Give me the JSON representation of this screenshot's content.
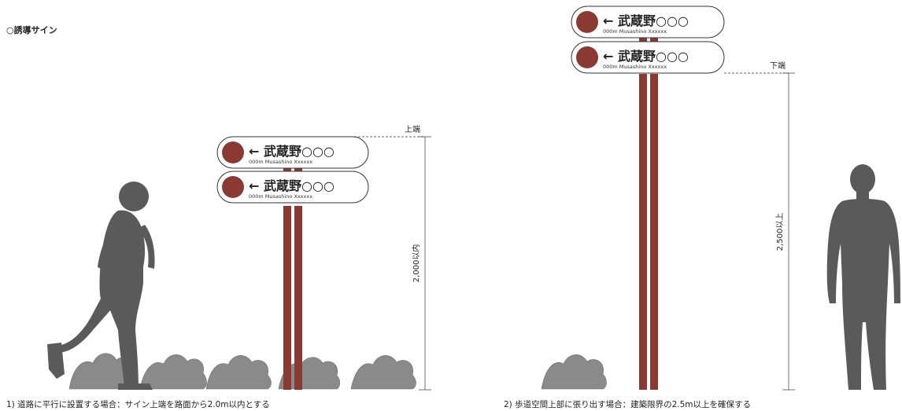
{
  "heading": "○誘導サイン",
  "colors": {
    "post": "#8b3a33",
    "circle": "#8b3a33",
    "silhouette": "#5a5a5a",
    "shrub": "#8a8a8a"
  },
  "left_figure": {
    "caption": "1) 道路に平行に設置する場合：サイン上端を路面から2.0m以内とする",
    "top_label": "上端",
    "dimension_label": "2,000以内",
    "panels": [
      {
        "main": "← 武蔵野○○○",
        "sub": "000m Musashino Xxxxxx"
      },
      {
        "main": "← 武蔵野○○○",
        "sub": "000m Musashino Xxxxxx"
      }
    ]
  },
  "right_figure": {
    "caption": "2) 歩道空間上部に張り出す場合：建築限界の2.5m以上を確保する",
    "bottom_label": "下端",
    "dimension_label": "2,500以上",
    "panels": [
      {
        "main": "← 武蔵野○○○",
        "sub": "000m Musashino Xxxxxx"
      },
      {
        "main": "← 武蔵野○○○",
        "sub": "000m Musashino Xxxxxx"
      }
    ]
  }
}
